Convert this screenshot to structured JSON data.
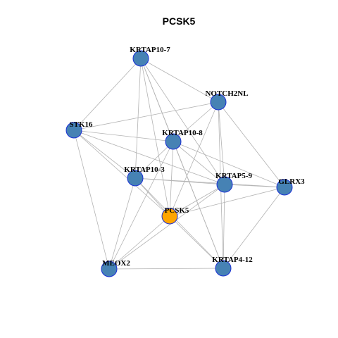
{
  "title": "PCSK5",
  "colors": {
    "node_default": "#4682B4",
    "node_focus": "#FFA500",
    "node_border": "#1a2fd6",
    "edge": "#b3b3b3"
  },
  "nodes": [
    {
      "id": "KRTAP10-7",
      "label": "KRTAP10-7",
      "focus": false
    },
    {
      "id": "NOTCH2NL",
      "label": "NOTCH2NL",
      "focus": false
    },
    {
      "id": "STK16",
      "label": "STK16",
      "focus": false
    },
    {
      "id": "KRTAP10-8",
      "label": "KRTAP10-8",
      "focus": false
    },
    {
      "id": "KRTAP10-3",
      "label": "KRTAP10-3",
      "focus": false
    },
    {
      "id": "KRTAP5-9",
      "label": "KRTAP5-9",
      "focus": false
    },
    {
      "id": "GLRX3",
      "label": "GLRX3",
      "focus": false
    },
    {
      "id": "PCSK5",
      "label": "PCSK5",
      "focus": true
    },
    {
      "id": "MEOX2",
      "label": "MEOX2",
      "focus": false
    },
    {
      "id": "KRTAP4-12",
      "label": "KRTAP4-12",
      "focus": false
    }
  ],
  "edges": [
    [
      "KRTAP10-7",
      "NOTCH2NL"
    ],
    [
      "KRTAP10-7",
      "STK16"
    ],
    [
      "KRTAP10-7",
      "KRTAP10-8"
    ],
    [
      "KRTAP10-7",
      "KRTAP10-3"
    ],
    [
      "KRTAP10-7",
      "KRTAP5-9"
    ],
    [
      "KRTAP10-7",
      "PCSK5"
    ],
    [
      "KRTAP10-7",
      "KRTAP4-12"
    ],
    [
      "NOTCH2NL",
      "STK16"
    ],
    [
      "NOTCH2NL",
      "KRTAP10-8"
    ],
    [
      "NOTCH2NL",
      "KRTAP5-9"
    ],
    [
      "NOTCH2NL",
      "GLRX3"
    ],
    [
      "NOTCH2NL",
      "PCSK5"
    ],
    [
      "NOTCH2NL",
      "KRTAP4-12"
    ],
    [
      "STK16",
      "KRTAP10-8"
    ],
    [
      "STK16",
      "KRTAP10-3"
    ],
    [
      "STK16",
      "KRTAP5-9"
    ],
    [
      "STK16",
      "PCSK5"
    ],
    [
      "STK16",
      "MEOX2"
    ],
    [
      "KRTAP10-8",
      "KRTAP10-3"
    ],
    [
      "KRTAP10-8",
      "KRTAP5-9"
    ],
    [
      "KRTAP10-8",
      "GLRX3"
    ],
    [
      "KRTAP10-8",
      "PCSK5"
    ],
    [
      "KRTAP10-8",
      "MEOX2"
    ],
    [
      "KRTAP10-8",
      "KRTAP4-12"
    ],
    [
      "KRTAP10-3",
      "KRTAP5-9"
    ],
    [
      "KRTAP10-3",
      "GLRX3"
    ],
    [
      "KRTAP10-3",
      "PCSK5"
    ],
    [
      "KRTAP10-3",
      "MEOX2"
    ],
    [
      "KRTAP10-3",
      "KRTAP4-12"
    ],
    [
      "KRTAP5-9",
      "GLRX3"
    ],
    [
      "KRTAP5-9",
      "PCSK5"
    ],
    [
      "KRTAP5-9",
      "MEOX2"
    ],
    [
      "KRTAP5-9",
      "KRTAP4-12"
    ],
    [
      "GLRX3",
      "PCSK5"
    ],
    [
      "GLRX3",
      "KRTAP4-12"
    ],
    [
      "PCSK5",
      "MEOX2"
    ],
    [
      "PCSK5",
      "KRTAP4-12"
    ],
    [
      "MEOX2",
      "KRTAP4-12"
    ]
  ]
}
